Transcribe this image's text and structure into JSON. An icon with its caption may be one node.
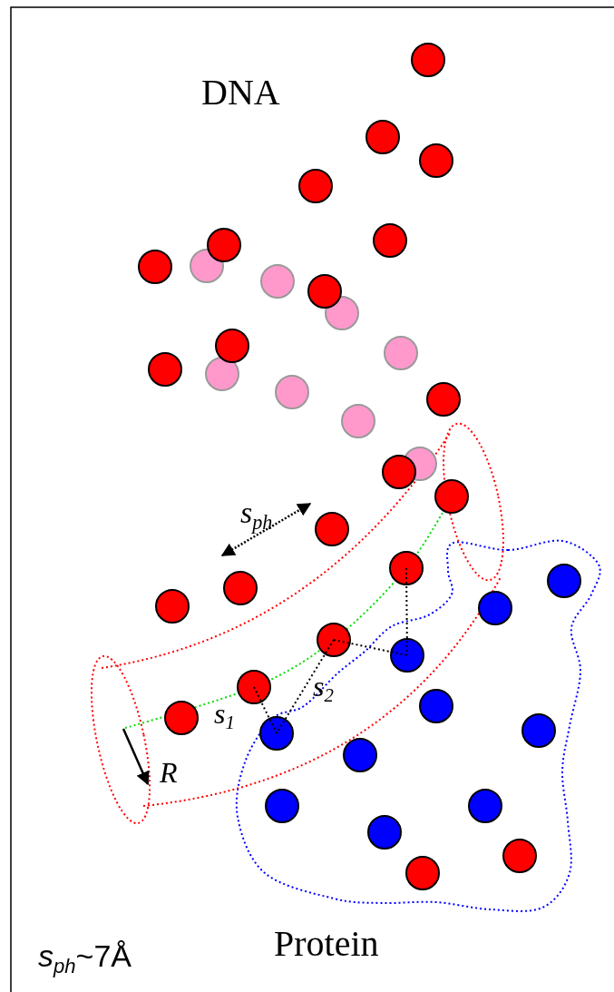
{
  "diagram": {
    "labels": [
      "DNA",
      "s$_{ph}$",
      "R",
      "s$_{1}$",
      "s$_{2}$",
      "Protein",
      "*s*$_{ph}$~7Å"
    ]
  }
}
